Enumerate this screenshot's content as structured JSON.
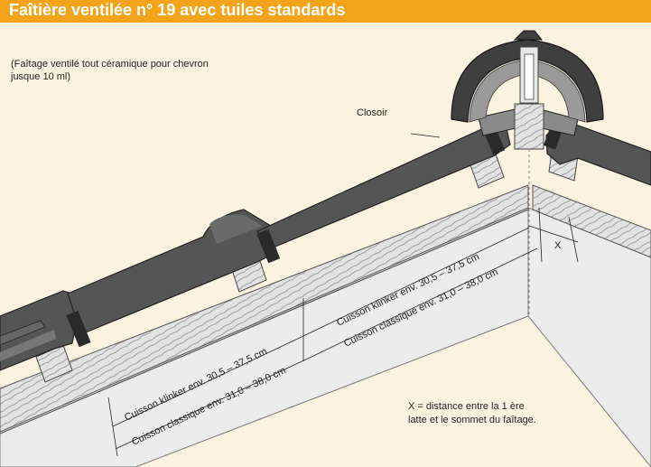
{
  "title": "Faîtière ventilée n° 19 avec tuiles standards",
  "subtitle_line1": "(Faîtage ventilé tout céramique pour chevron",
  "subtitle_line2": "jusque 10 ml)",
  "label_closoir": "Closoir",
  "label_x": "X",
  "dim_upper_klinker": "Cuisson klinker env. 30,5 – 37,5 cm",
  "dim_upper_classique": "Cuisson classique env. 31,0 – 38,0 cm",
  "dim_lower_klinker": "Cuisson klinker env. 30,5 – 37,5 cm",
  "dim_lower_classique": "Cuisson classique env. 31,0 – 38,0 cm",
  "note_line1": "X = distance entre la 1 ère",
  "note_line2": "latte et le sommet du faîtage.",
  "colors": {
    "title_bar": "#f3a41b",
    "background": "#fbf3df",
    "roof_board": "#e4e4e4",
    "tile": "#555555",
    "ridge_tile": "#3f3f3f",
    "batten": "#d9d9d9"
  }
}
